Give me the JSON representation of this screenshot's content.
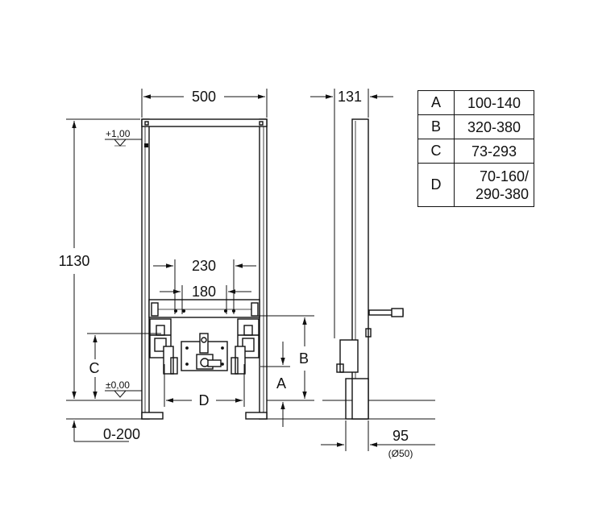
{
  "dimensions": {
    "frame_width": "500",
    "frame_height": "1130",
    "depth": "131",
    "connection_outer": "230",
    "connection_inner": "180",
    "level_top": "+1,00",
    "level_floor": "±0,00",
    "floor_adjust": "0-200",
    "pipe_offset": "95",
    "pipe_diameter": "(Ø50)",
    "label_a": "A",
    "label_b": "B",
    "label_c": "C",
    "label_d": "D"
  },
  "table": {
    "rows": [
      {
        "key": "A",
        "value": "100-140"
      },
      {
        "key": "B",
        "value": "320-380"
      },
      {
        "key": "C",
        "value": "73-293"
      },
      {
        "key": "D",
        "value": "70-160/",
        "value2": "290-380"
      }
    ]
  }
}
